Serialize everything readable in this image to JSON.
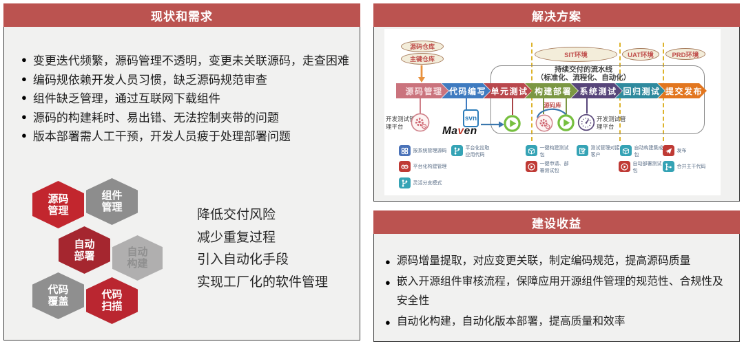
{
  "theme": {
    "header_red": "#bb5350",
    "panel_body": "#f1f1f0",
    "panel_border": "#3f3f3f",
    "dashed_line_yellow": "#ddb32b",
    "oval_fill": "#f3edda",
    "oval_border": "#a87d5e"
  },
  "left_panel": {
    "title": "现状和需求",
    "bullets": [
      "变更迭代频繁，源码管理不透明，变更未关联源码，走查困难",
      "编码规依赖开发人员习惯，缺乏源码规范审查",
      "组件缺乏管理，通过互联网下载组件",
      "源码的构建耗时、易出错、无法控制夹带的问题",
      "版本部署需人工干预，开发人员疲于处理部署问题"
    ],
    "hexagons": [
      {
        "label": "源码管理",
        "color": "#c2262e",
        "text_color": "#ffffff"
      },
      {
        "label": "组件管理",
        "color": "#8d8d8d",
        "text_color": "#ffffff"
      },
      {
        "label": "自动部署",
        "color": "#a5262f",
        "text_color": "#ffffff"
      },
      {
        "label": "自动构建",
        "color": "#b0afaf",
        "text_color": "#8f8f8f"
      },
      {
        "label": "代码覆盖",
        "color": "#8f8f8f",
        "text_color": "#ffffff"
      },
      {
        "label": "代码扫描",
        "color": "#ba2630",
        "text_color": "#ffffff"
      }
    ],
    "goals": [
      "降低交付风险",
      "减少重复过程",
      "引入自动化手段",
      "实现工厂化的软件管理"
    ]
  },
  "solution_panel": {
    "title": "解决方案",
    "repo_ovals": [
      {
        "label": "源码仓库"
      },
      {
        "label": "主键仓库"
      }
    ],
    "env_ovals": [
      {
        "label": "SIT环境"
      },
      {
        "label": "UAT环境"
      },
      {
        "label": "PRD环境"
      }
    ],
    "pipeline_box": {
      "line1": "持续交付的流水线",
      "line2": "（标准化、流程化、自动化）"
    },
    "stages": [
      {
        "label": "源码管理",
        "color": "#ca737d",
        "text_color": "#f5dcdf"
      },
      {
        "label": "代码编写",
        "color": "#3f7bc0",
        "text_color": "#ffffff"
      },
      {
        "label": "单元测试",
        "color": "#b9484d",
        "text_color": "#ffffff"
      },
      {
        "label": "构建部署",
        "color": "#7b9743",
        "text_color": "#ffffff"
      },
      {
        "label": "系统测试",
        "color": "#57457a",
        "text_color": "#ffffff"
      },
      {
        "label": "回归测试",
        "color": "#2f8a9e",
        "text_color": "#ffffff"
      },
      {
        "label": "提交发布",
        "color": "#e2761f",
        "text_color": "#ffffff"
      }
    ],
    "annotations": {
      "dev_platform_left": "开发测试管\n理平台",
      "svn": "svn",
      "maven_parts": {
        "a": "Ma",
        "b": "v",
        "c": "en"
      },
      "source_repo": "源码库",
      "dev_platform_right": "开发测试管\n理平台"
    },
    "features": [
      {
        "icon": "grid-icon",
        "color": "#4a72b8",
        "label": "按系统管理源码"
      },
      {
        "icon": "git-branch-icon",
        "color": "#35a3b5",
        "label": "平台化拉取\n应用代码"
      },
      {
        "icon": "package-icon",
        "color": "#35a3b5",
        "label": "一键构建测试\n包"
      },
      {
        "icon": "clipboard-icon",
        "color": "#35a3b5",
        "label": "测试管理对接\n客户"
      },
      {
        "icon": "package-icon",
        "color": "#35a3b5",
        "label": "自动构建集成\n包"
      },
      {
        "icon": "paper-plane-icon",
        "color": "#bf3a35",
        "label": "发布"
      },
      {
        "icon": "devops-loop-icon",
        "color": "#bf3a35",
        "label": "平台化构建管理"
      },
      {
        "icon": "play-icon",
        "color": "#bf3a35",
        "label": "一键申请、部\n署测试包"
      },
      {
        "icon": "play-icon",
        "color": "#bf3a35",
        "label": "自动部署测试\n包"
      },
      {
        "icon": "git-merge-icon",
        "color": "#35a3b5",
        "label": "合并主干代码"
      },
      {
        "icon": "git-branch-icon",
        "color": "#35a3b5",
        "label": "灵活分支模式"
      }
    ]
  },
  "benefit_panel": {
    "title": "建设收益",
    "bullets": [
      "源码增量提取，对应变更关联，制定编码规范，提高源码质量",
      "嵌入开源组件审核流程，保障应用开源组件管理的规范性、合规性及\n安全性",
      "自动化构建，自动化版本部署，提高质量和效率"
    ]
  }
}
